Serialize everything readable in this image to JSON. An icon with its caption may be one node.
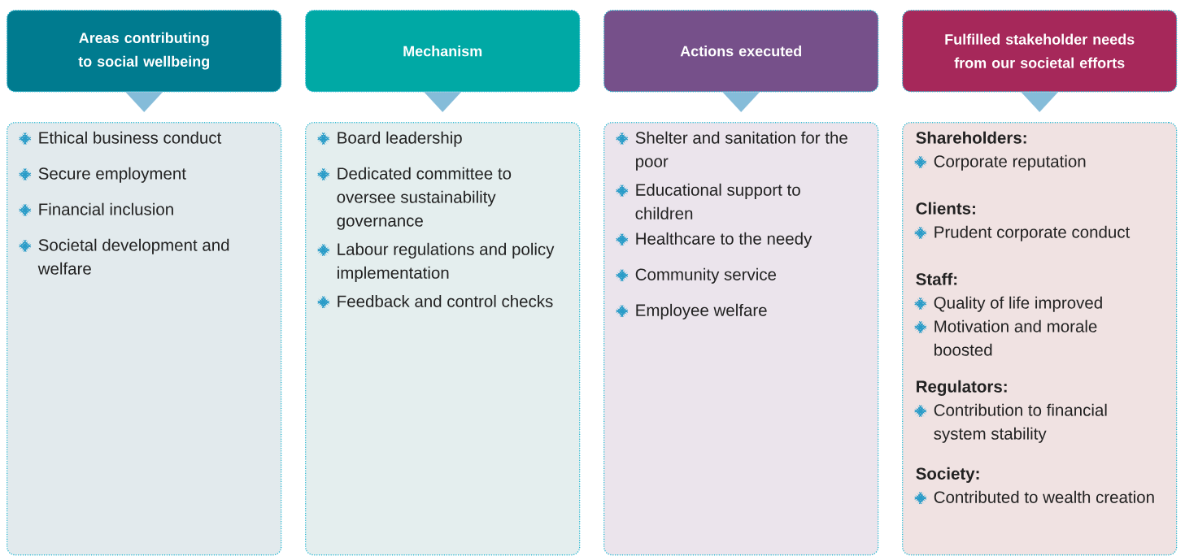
{
  "diagram": {
    "nodes": [
      {
        "text": [
          "Areas contributing to social wellbeing"
        ]
      },
      {
        "text": [
          "Mechanism"
        ]
      },
      {
        "text": [
          "Actions executed"
        ]
      },
      {
        "text": [
          "Fulfilled stakeholder needs from our societal efforts"
        ]
      },
      {
        "text": [
          "Ethical business conduct",
          "Secure employment",
          "Financial inclusion",
          "Societal development and welfare"
        ]
      },
      {
        "text": [
          "Board leadership",
          "Dedicated committee to oversee sustainability governance",
          "Labour regulations and policy implementation",
          "Feedback and control checks"
        ]
      },
      {
        "text": [
          "Shelter and sanitation for the poor",
          "Educational support to children",
          "Healthcare to the needy",
          "Community service",
          "Employee welfare"
        ]
      },
      {
        "text": [
          "Shareholders:",
          "Corporate reputation",
          "Clients:",
          "Prudent corporate conduct",
          "Staff:",
          "Quality of life improved",
          "Motivation and morale boosted",
          "Regulators:",
          "Contribution to financial system stability",
          "Society:",
          "Contributed to wealth creation"
        ]
      }
    ],
    "edges": [
      {
        "from": 0,
        "to": 4,
        "arrow": "to"
      },
      {
        "from": 1,
        "to": 5,
        "arrow": "to"
      },
      {
        "from": 2,
        "to": 6,
        "arrow": "to"
      },
      {
        "from": 3,
        "to": 7,
        "arrow": "to"
      }
    ]
  }
}
